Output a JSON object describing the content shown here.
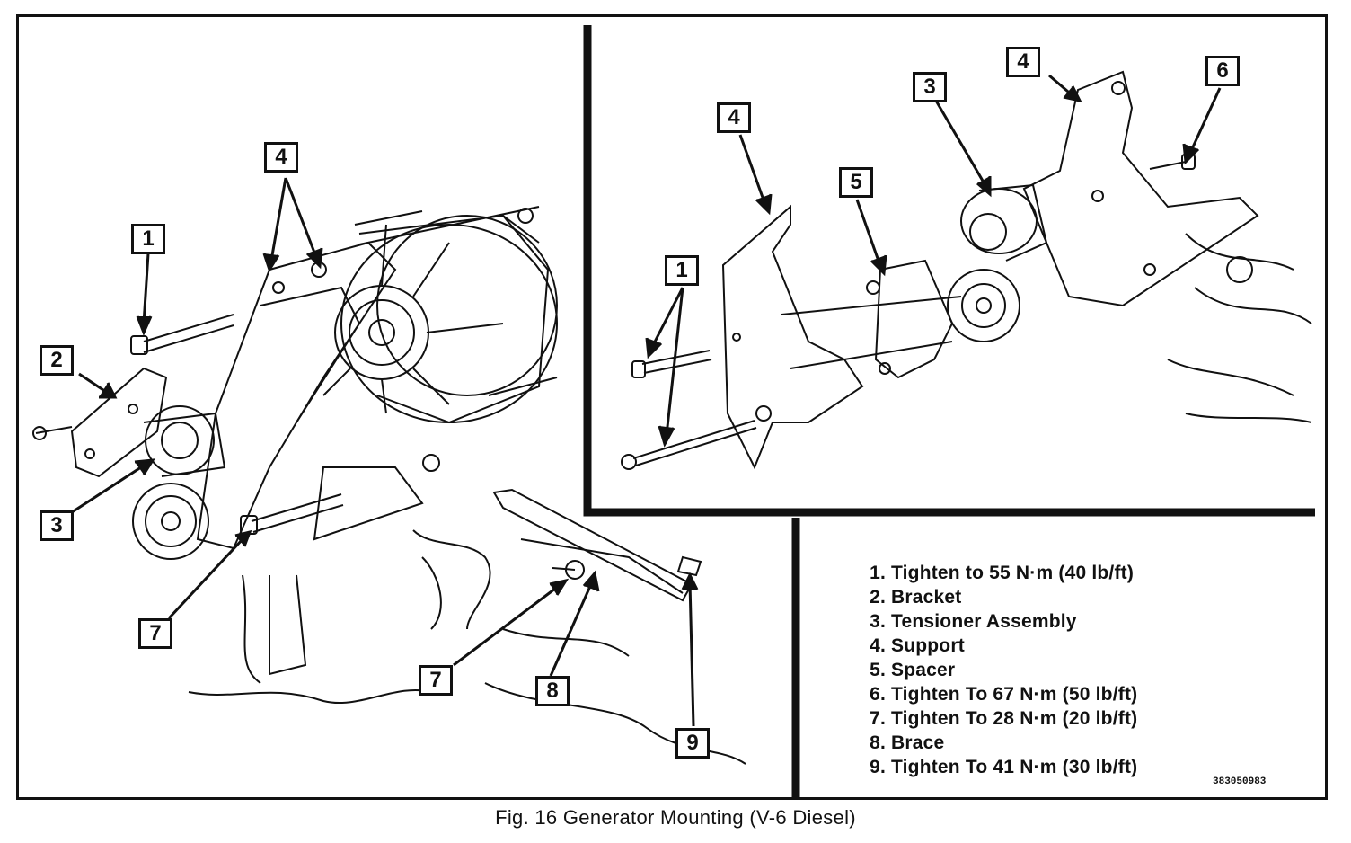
{
  "caption": "Fig. 16 Generator Mounting (V-6 Diesel)",
  "figure_code": "383050983",
  "legend": [
    {
      "num": "1.",
      "text": "Tighten to 55 N·m (40 lb/ft)"
    },
    {
      "num": "2.",
      "text": "Bracket"
    },
    {
      "num": "3.",
      "text": "Tensioner Assembly"
    },
    {
      "num": "4.",
      "text": "Support"
    },
    {
      "num": "5.",
      "text": "Spacer"
    },
    {
      "num": "6.",
      "text": "Tighten To 67 N·m (50 lb/ft)"
    },
    {
      "num": "7.",
      "text": "Tighten To 28 N·m (20 lb/ft)"
    },
    {
      "num": "8.",
      "text": "Brace"
    },
    {
      "num": "9.",
      "text": "Tighten To 41 N·m (30 lb/ft)"
    }
  ],
  "callouts": {
    "left_1": "1",
    "left_2": "2",
    "left_3": "3",
    "left_4": "4",
    "left_7a": "7",
    "left_7b": "8",
    "left_7c": "7",
    "left_9": "9",
    "right_1": "1",
    "right_3": "3",
    "right_4a": "4",
    "right_4b": "4",
    "right_5": "5",
    "right_6": "6"
  }
}
